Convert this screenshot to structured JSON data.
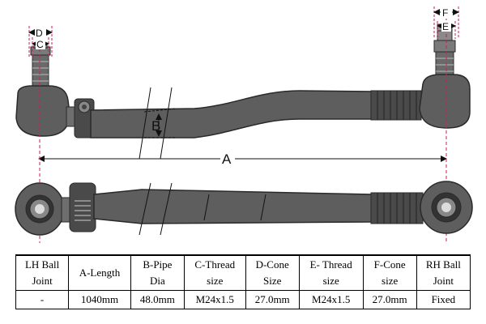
{
  "dimension_labels": {
    "a": "A",
    "b": "B",
    "c": "C",
    "d": "D",
    "e": "E",
    "f": "F"
  },
  "colors": {
    "rod": "#5e5e5e",
    "rod_dark": "#3a3a3a",
    "outline": "#2a2a2a",
    "dimension_line": "#d11a5c",
    "table_border": "#000000"
  },
  "spec_table": {
    "headers": [
      [
        "LH Ball",
        "Joint"
      ],
      [
        "A-Length"
      ],
      [
        "B-Pipe",
        "Dia"
      ],
      [
        "C-Thread",
        "size"
      ],
      [
        "D-Cone",
        "Size"
      ],
      [
        "E- Thread",
        "size"
      ],
      [
        "F-Cone",
        "size"
      ],
      [
        "RH Ball",
        "Joint"
      ]
    ],
    "row": [
      "-",
      "1040mm",
      "48.0mm",
      "M24x1.5",
      "27.0mm",
      "M24x1.5",
      "27.0mm",
      "Fixed"
    ]
  }
}
